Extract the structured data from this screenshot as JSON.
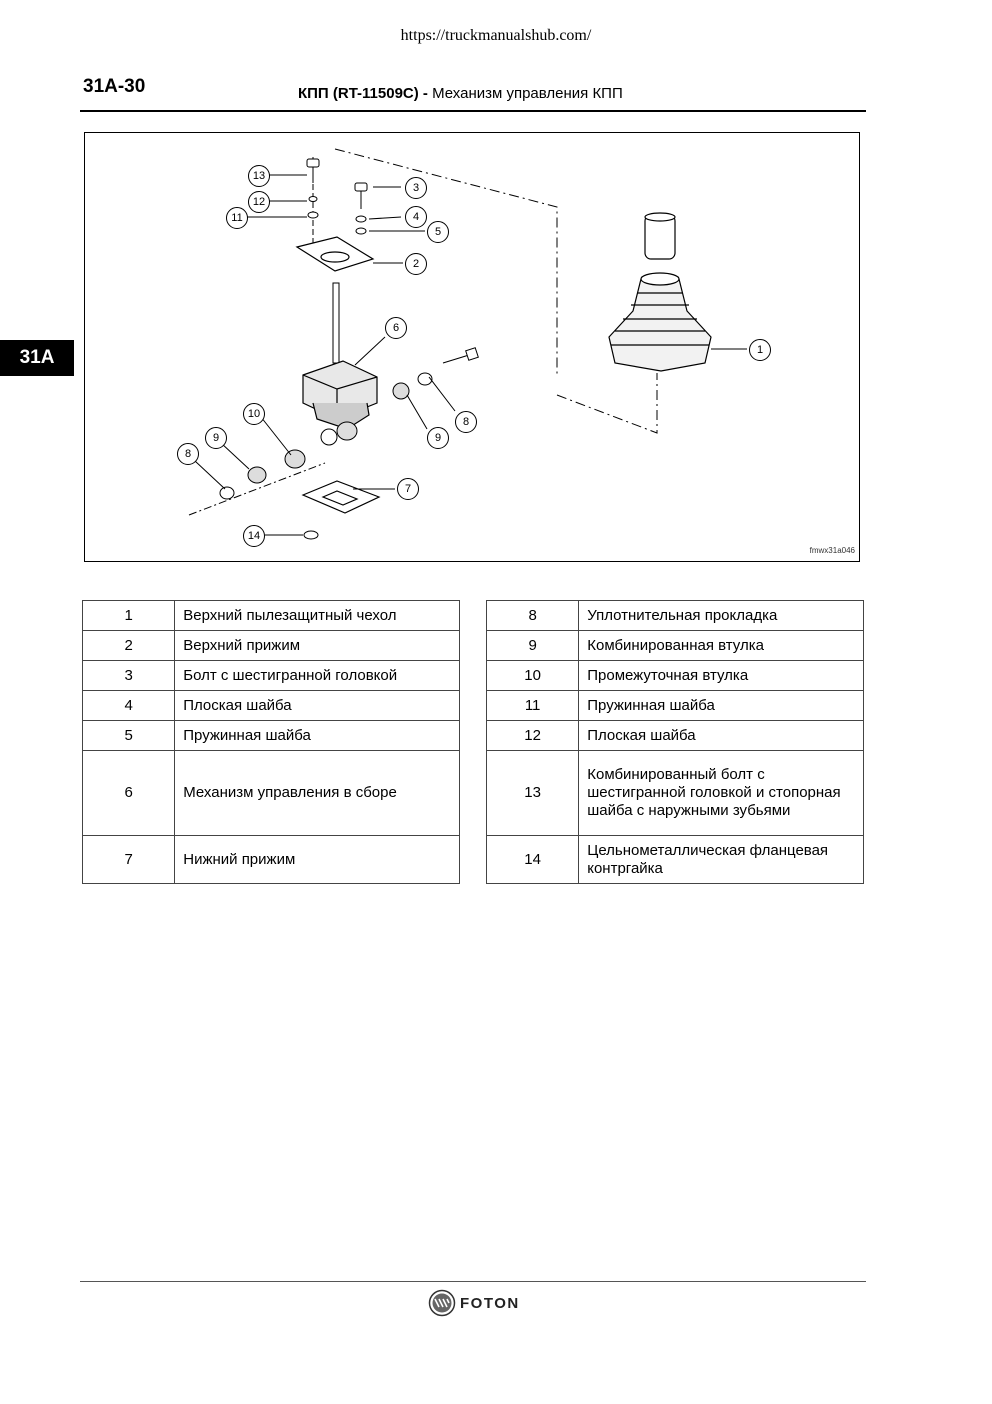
{
  "header": {
    "url": "https://truckmanualshub.com/",
    "page_number": "31A-30",
    "title_bold": "КПП (RT-11509C) -",
    "title_rest": " Механизм управления КПП"
  },
  "side_tab": "31A",
  "figure": {
    "id": "fmwx31a046",
    "callouts": [
      "1",
      "2",
      "3",
      "4",
      "5",
      "6",
      "7",
      "8",
      "9",
      "10",
      "11",
      "12",
      "13",
      "14"
    ]
  },
  "parts_left": [
    {
      "num": "1",
      "name": "Верхний пылезащитный чехол"
    },
    {
      "num": "2",
      "name": "Верхний прижим"
    },
    {
      "num": "3",
      "name": "Болт с шестигранной головкой"
    },
    {
      "num": "4",
      "name": "Плоская шайба"
    },
    {
      "num": "5",
      "name": "Пружинная шайба"
    },
    {
      "num": "6",
      "name": "Механизм управления в сборе"
    },
    {
      "num": "7",
      "name": "Нижний прижим"
    }
  ],
  "parts_right": [
    {
      "num": "8",
      "name": "Уплотнительная прокладка"
    },
    {
      "num": "9",
      "name": "Комбинированная втулка"
    },
    {
      "num": "10",
      "name": "Промежуточная втулка"
    },
    {
      "num": "11",
      "name": "Пружинная шайба"
    },
    {
      "num": "12",
      "name": "Плоская шайба"
    },
    {
      "num": "13",
      "name": "Комбинированный болт с шестигранной головкой и стопорная шайба с наружными зубьями"
    },
    {
      "num": "14",
      "name": "Цельнометаллическая фланцевая контргайка"
    }
  ],
  "footer": {
    "brand": "FOTON"
  }
}
